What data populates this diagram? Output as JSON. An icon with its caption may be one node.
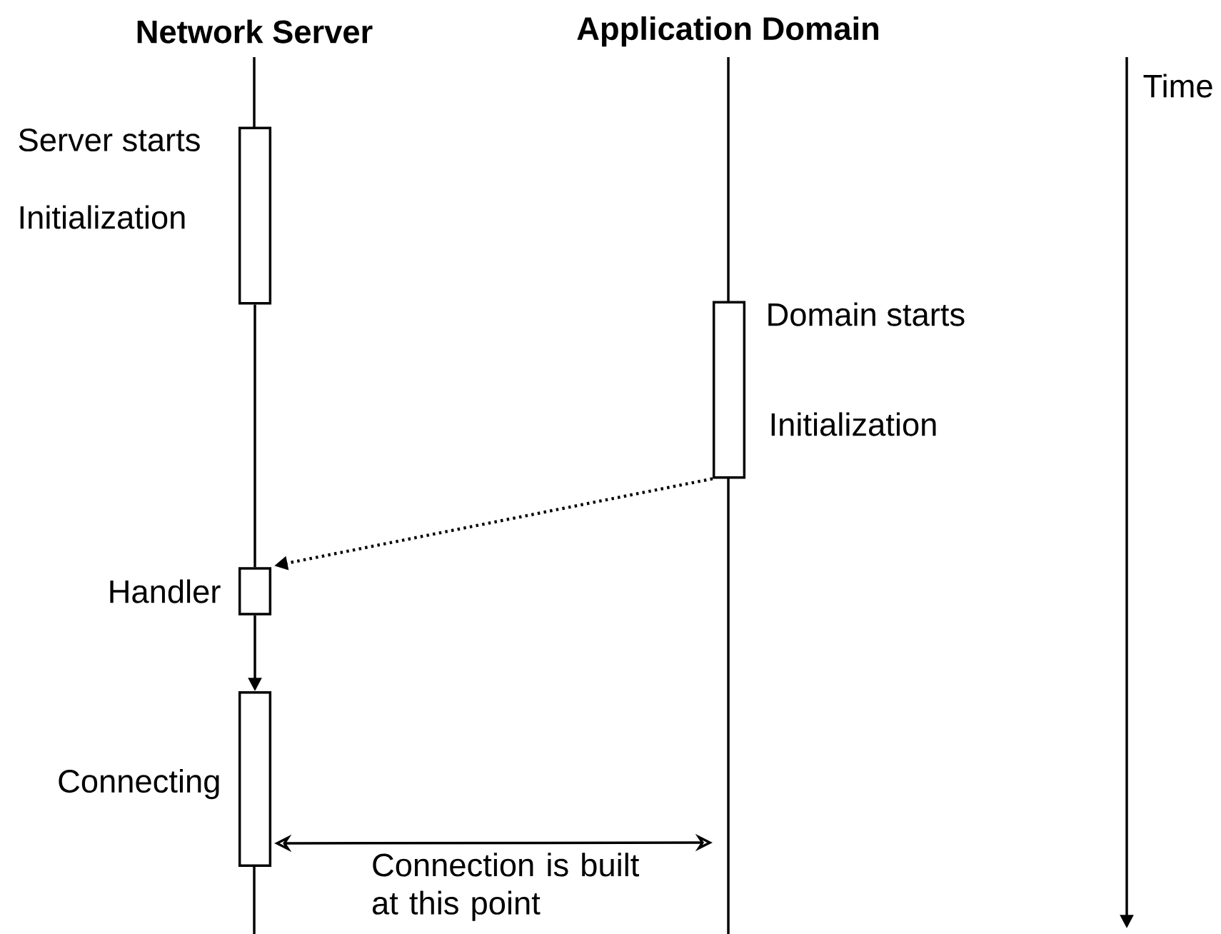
{
  "diagram": {
    "nodes": [
      {
        "text": [],
        "shape": "box",
        "beside": [
          "Server starts",
          "Initialization"
        ]
      },
      {
        "text": [],
        "shape": "box",
        "beside": [
          "Domain starts",
          "Initialization"
        ]
      },
      {
        "text": [],
        "shape": "box",
        "beside": [
          "Handler"
        ]
      },
      {
        "text": [],
        "shape": "box",
        "beside": [
          "Connecting"
        ]
      }
    ],
    "edges": [
      {
        "from": 0,
        "to": 2,
        "arrow": "none"
      },
      {
        "from": 1,
        "to": 2,
        "arrow": "to",
        "style": "dashed"
      },
      {
        "from": 2,
        "to": 3,
        "arrow": "to"
      },
      {
        "from": 3,
        "to": null,
        "arrow": "both",
        "label": "Connection is built at this point"
      }
    ],
    "labels": [
      "Network Server",
      "Application Domain",
      "Time"
    ]
  }
}
